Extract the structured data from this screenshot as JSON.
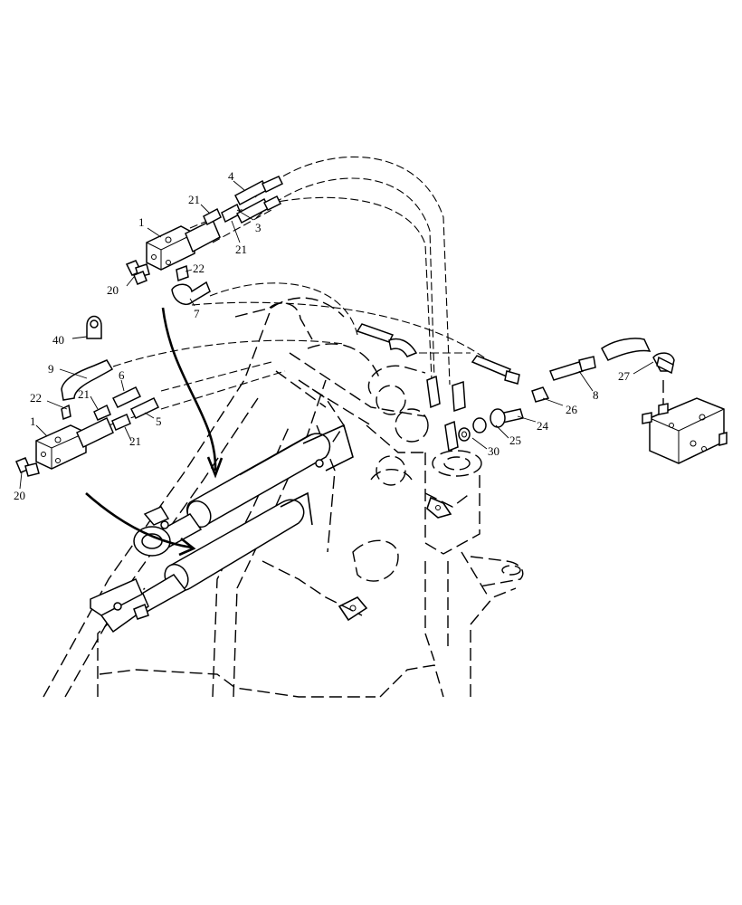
{
  "diagram": {
    "part_labels": [
      {
        "id": "label-1-upper",
        "text": "1"
      },
      {
        "id": "label-3",
        "text": "3"
      },
      {
        "id": "label-4",
        "text": "4"
      },
      {
        "id": "label-21-a",
        "text": "21"
      },
      {
        "id": "label-21-b",
        "text": "21"
      },
      {
        "id": "label-22-upper",
        "text": "22"
      },
      {
        "id": "label-20-upper",
        "text": "20"
      },
      {
        "id": "label-7",
        "text": "7"
      },
      {
        "id": "label-40",
        "text": "40"
      },
      {
        "id": "label-9",
        "text": "9"
      },
      {
        "id": "label-22-lower",
        "text": "22"
      },
      {
        "id": "label-1-lower",
        "text": "1"
      },
      {
        "id": "label-21-c",
        "text": "21"
      },
      {
        "id": "label-6",
        "text": "6"
      },
      {
        "id": "label-5",
        "text": "5"
      },
      {
        "id": "label-21-d",
        "text": "21"
      },
      {
        "id": "label-20-lower",
        "text": "20"
      },
      {
        "id": "label-27",
        "text": "27"
      },
      {
        "id": "label-8",
        "text": "8"
      },
      {
        "id": "label-26",
        "text": "26"
      },
      {
        "id": "label-24",
        "text": "24"
      },
      {
        "id": "label-25",
        "text": "25"
      },
      {
        "id": "label-30",
        "text": "30"
      }
    ]
  }
}
